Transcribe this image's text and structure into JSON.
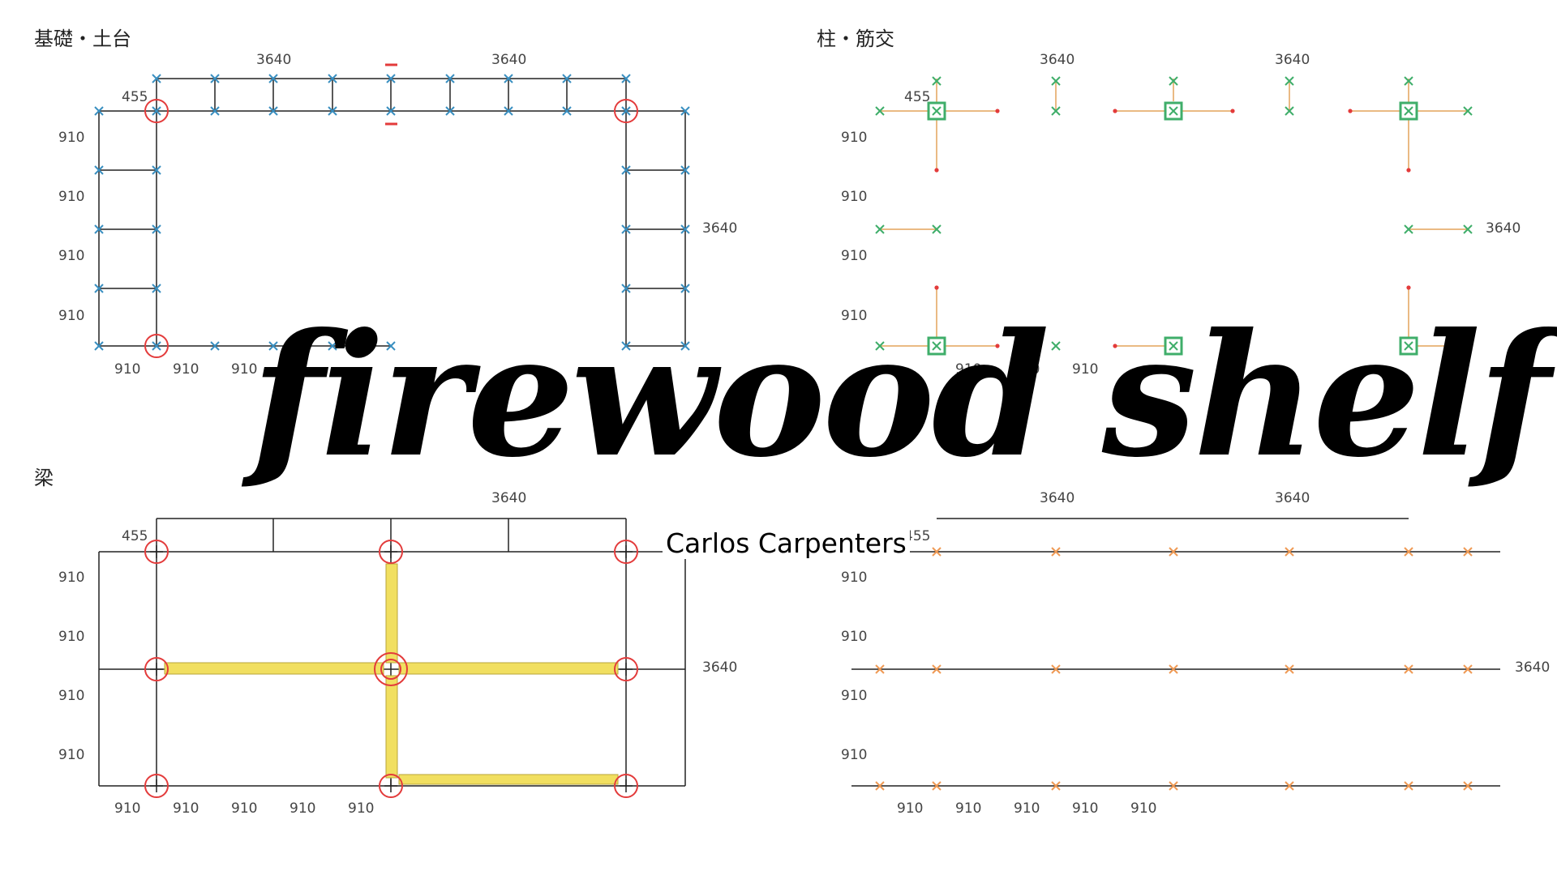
{
  "overlay": {
    "title": "firewood shelf",
    "subtitle": "Carlos Carpenters"
  },
  "panels": {
    "foundation": {
      "title": "基礎・土台",
      "top_dims": [
        "3640",
        "3640"
      ],
      "left_dims": [
        "455",
        "910",
        "910",
        "910",
        "910"
      ],
      "bottom_dims": [
        "910",
        "910",
        "910"
      ],
      "right_dim": "3640"
    },
    "posts": {
      "title": "柱・筋交",
      "top_dims": [
        "3640",
        "3640"
      ],
      "left_dims": [
        "455",
        "910",
        "910",
        "910",
        "910"
      ],
      "bottom_dims": [
        "910",
        "910",
        "910"
      ],
      "right_dim": "3640"
    },
    "beams": {
      "title": "梁",
      "top_dims": [
        "3640"
      ],
      "left_dims": [
        "455",
        "910",
        "910",
        "910",
        "910"
      ],
      "bottom_dims": [
        "910",
        "910",
        "910",
        "910",
        "910"
      ],
      "right_dim": "3640"
    },
    "roof": {
      "top_dims": [
        "3640",
        "3640"
      ],
      "left_dims": [
        "455",
        "910",
        "910",
        "910",
        "910"
      ],
      "bottom_dims": [
        "910",
        "910",
        "910",
        "910",
        "910"
      ],
      "right_dim": "3640"
    }
  },
  "colors": {
    "line": "#222222",
    "foundation_mark": "#3a8fc0",
    "post_mark": "#3fae6a",
    "brace": "#e3a35a",
    "highlight": "#e33b3b",
    "beam_fill": "#f1df60",
    "roof_mark": "#ef9a55"
  }
}
